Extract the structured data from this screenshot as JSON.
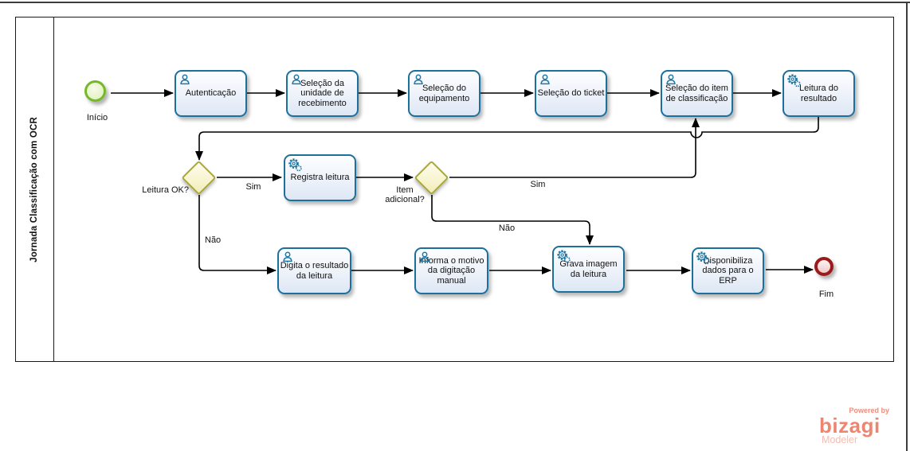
{
  "pool": {
    "title": "Jornada Classificação com OCR"
  },
  "events": {
    "start": {
      "label": "Início"
    },
    "end": {
      "label": "Fim"
    }
  },
  "tasks": [
    {
      "label": "Autenticação",
      "type": "user"
    },
    {
      "label": "Seleção da unidade de recebimento",
      "type": "user"
    },
    {
      "label": "Seleção do equipamento",
      "type": "user"
    },
    {
      "label": "Seleção do ticket",
      "type": "user"
    },
    {
      "label": "Seleção do item de classificação",
      "type": "user"
    },
    {
      "label": "Leitura do resultado",
      "type": "service"
    },
    {
      "label": "Registra leitura",
      "type": "service"
    },
    {
      "label": "Digita o resultado da leitura",
      "type": "user"
    },
    {
      "label": "Informa o motivo da digitação manual",
      "type": "user"
    },
    {
      "label": "Grava imagem da leitura",
      "type": "service"
    },
    {
      "label": "Disponibiliza dados para o ERP",
      "type": "service"
    }
  ],
  "gateways": [
    {
      "label": "Leitura OK?"
    },
    {
      "label": "Item adicional?"
    }
  ],
  "flow_labels": {
    "leitura_ok_sim": "Sim",
    "leitura_ok_nao": "Não",
    "item_adicional_sim": "Sim",
    "item_adicional_nao": "Não"
  },
  "branding": {
    "powered_by": "Powered by",
    "brand": "bizagi",
    "product": "Modeler"
  },
  "colors": {
    "task_border": "#1d6f9c",
    "task_icon": "#2077a4",
    "gateway_border": "#a8a835",
    "start_event_border": "#76b82a",
    "end_event_border": "#9b1b1b",
    "flow_line": "#000000",
    "brand_coral": "#f0856f"
  }
}
